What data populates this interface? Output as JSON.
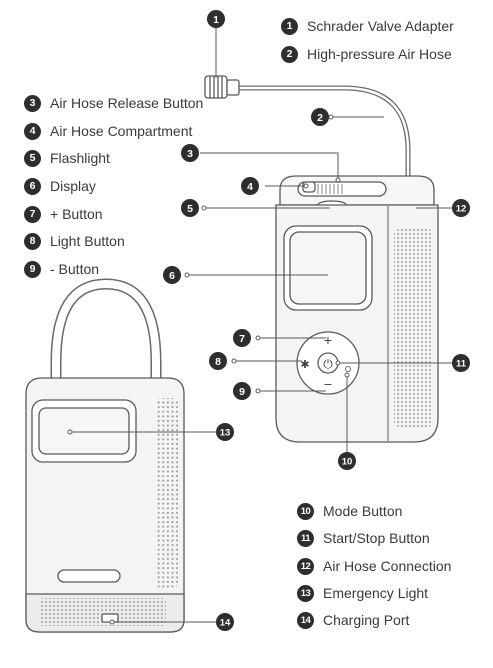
{
  "legend": [
    {
      "num": "1",
      "label": "Schrader Valve Adapter"
    },
    {
      "num": "2",
      "label": "High-pressure Air Hose"
    },
    {
      "num": "3",
      "label": "Air Hose Release Button"
    },
    {
      "num": "4",
      "label": "Air Hose Compartment"
    },
    {
      "num": "5",
      "label": "Flashlight"
    },
    {
      "num": "6",
      "label": "Display"
    },
    {
      "num": "7",
      "label": "+ Button"
    },
    {
      "num": "8",
      "label": "Light Button"
    },
    {
      "num": "9",
      "label": "- Button"
    },
    {
      "num": "10",
      "label": "Mode Button"
    },
    {
      "num": "11",
      "label": "Start/Stop Button"
    },
    {
      "num": "12",
      "label": "Air Hose Connection"
    },
    {
      "num": "13",
      "label": "Emergency Light"
    },
    {
      "num": "14",
      "label": "Charging Port"
    }
  ],
  "callouts": [
    "1",
    "2",
    "3",
    "4",
    "5",
    "6",
    "7",
    "8",
    "9",
    "10",
    "11",
    "12",
    "13",
    "14"
  ],
  "button_symbols": {
    "plus": "+",
    "minus": "−",
    "light": "✱",
    "power": "⏻",
    "mode": "O"
  },
  "colors": {
    "badge": "#2e2e2e",
    "line": "#5a5a5a",
    "body_fill": "#f4f4f4",
    "speaker_dots": "#9a9a9a"
  }
}
